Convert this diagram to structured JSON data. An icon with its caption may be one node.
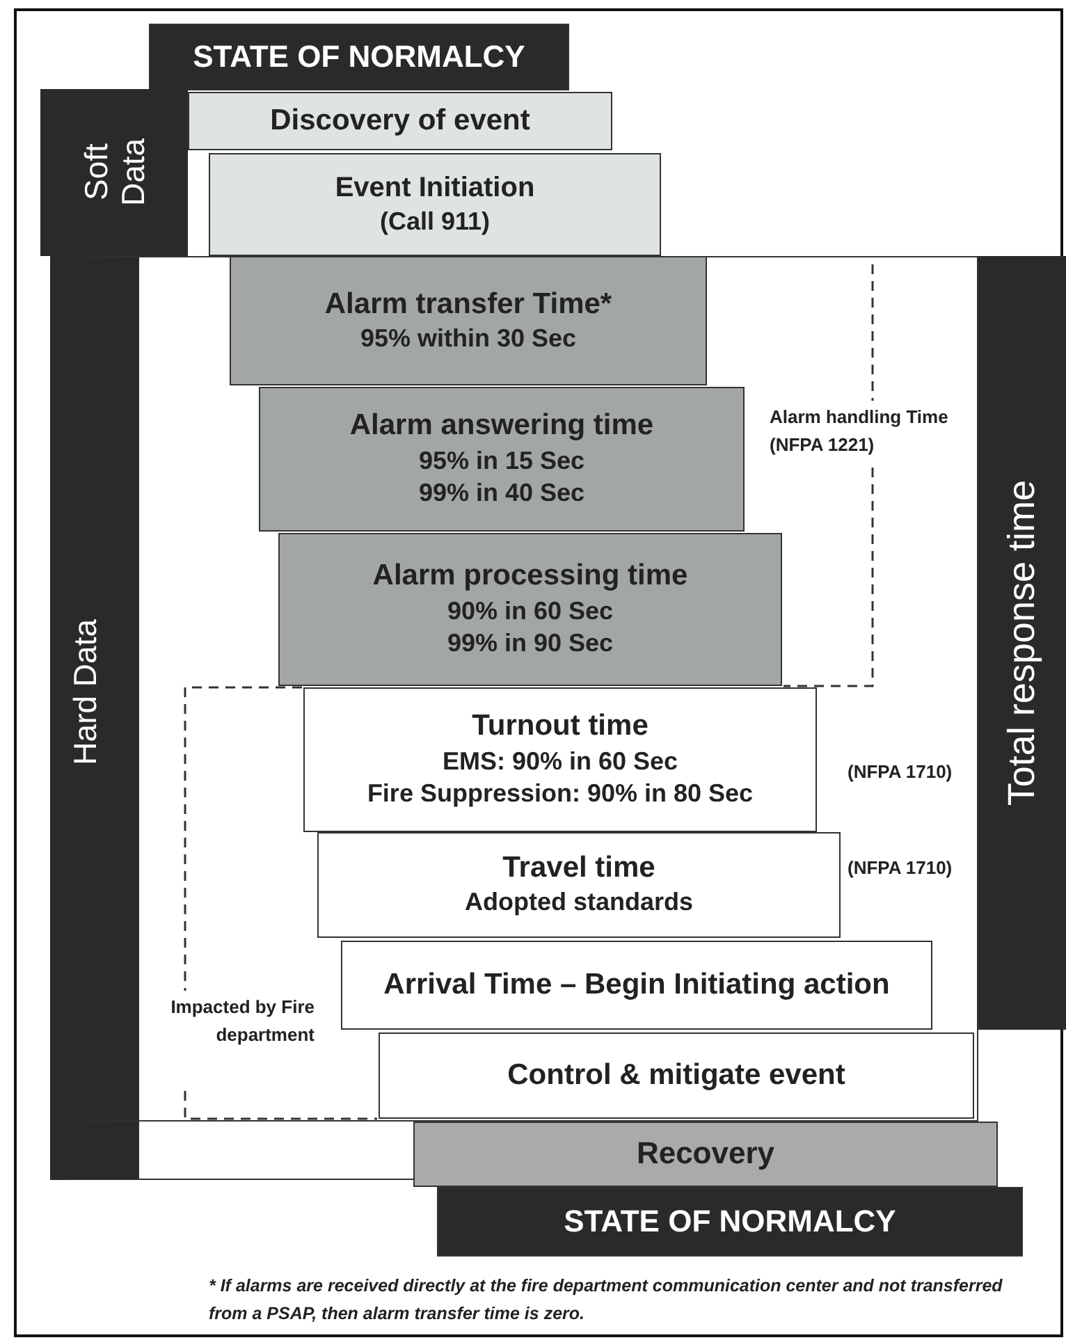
{
  "diagram": {
    "caption": "* If alarms are received directly at the fire department communication center and not transferred from a PSAP, then alarm transfer time is zero.",
    "nodes": [
      {
        "text": [
          "STATE OF NORMALCY"
        ]
      },
      {
        "text": [
          "Soft Data"
        ]
      },
      {
        "text": [
          "Discovery of event"
        ]
      },
      {
        "text": [
          "Event Initiation",
          "(Call 911)"
        ]
      },
      {
        "text": [
          "Hard Data"
        ]
      },
      {
        "text": [
          "Total response time"
        ]
      },
      {
        "text": [
          "Alarm transfer Time*",
          "95% within 30 Sec"
        ],
        "in": 4
      },
      {
        "text": [
          "Alarm answering time",
          "95% in 15 Sec",
          "99% in 40 Sec"
        ],
        "in": 4
      },
      {
        "text": [
          "Alarm processing time",
          "90% in 60 Sec",
          "99% in 90 Sec"
        ],
        "in": 4
      },
      {
        "text": [
          "Turnout time",
          "EMS: 90% in 60 Sec",
          "Fire Suppression: 90% in 80 Sec"
        ],
        "in": 4
      },
      {
        "text": [
          "Travel time",
          "Adopted standards"
        ],
        "in": 4
      },
      {
        "text": [
          "Arrival Time – Begin Initiating action"
        ],
        "in": 4
      },
      {
        "text": [
          "Control & mitigate event"
        ],
        "in": 4
      },
      {
        "text": [
          "Recovery"
        ]
      },
      {
        "text": [
          "STATE OF NORMALCY"
        ]
      }
    ],
    "labels": [
      "Alarm handling Time (NFPA 1221)",
      "(NFPA 1710)",
      "(NFPA 1710)",
      "Impacted by Fire department"
    ]
  }
}
